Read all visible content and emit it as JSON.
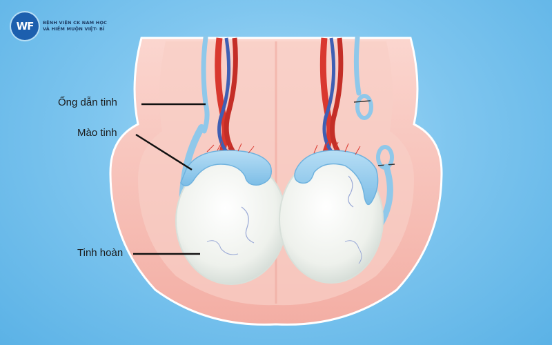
{
  "logo": {
    "mark": "WF",
    "line1": "BỆNH VIỆN CK NAM HỌC",
    "line2": "VÀ HIẾM MUỘN VIỆT- BỈ"
  },
  "labels": {
    "vas_deferens": "Ống dẫn tinh",
    "epididymis": "Mào tinh",
    "testis": "Tinh hoàn"
  },
  "colors": {
    "background": "#7fc6ef",
    "scrotum": "#f7c1b8",
    "testis": "#eef1ec",
    "epididymis": "#8fc8ea",
    "artery": "#d9382f",
    "vein": "#3f5fb3"
  }
}
